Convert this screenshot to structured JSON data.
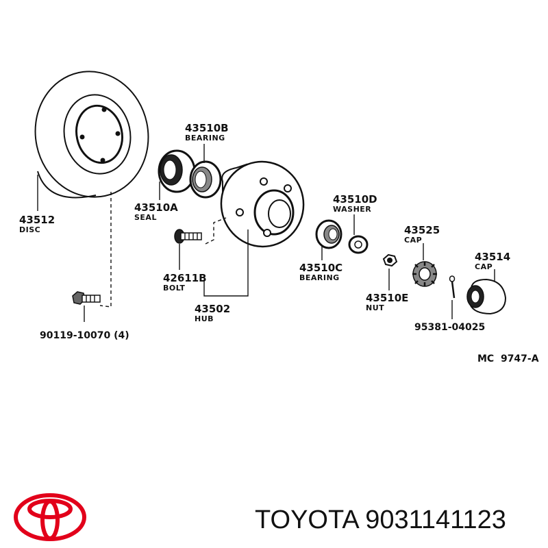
{
  "diagram": {
    "reference": "MC  9747-A",
    "parts": [
      {
        "number": "43512",
        "name": "DISC"
      },
      {
        "number": "43510B",
        "name": "BEARING"
      },
      {
        "number": "43510A",
        "name": "SEAL"
      },
      {
        "number": "43510D",
        "name": "WASHER"
      },
      {
        "number": "43525",
        "name": "CAP"
      },
      {
        "number": "43514",
        "name": "CAP"
      },
      {
        "number": "42611B",
        "name": "BOLT"
      },
      {
        "number": "43510C",
        "name": "BEARING"
      },
      {
        "number": "43510E",
        "name": "NUT"
      },
      {
        "number": "43502",
        "name": "HUB"
      },
      {
        "number": "90119-10070 (4)",
        "name": ""
      },
      {
        "number": "95381-04025",
        "name": ""
      }
    ]
  },
  "footer": {
    "brand": "TOYOTA",
    "part_number": "9031141123",
    "logo_color": "#e2001a"
  }
}
